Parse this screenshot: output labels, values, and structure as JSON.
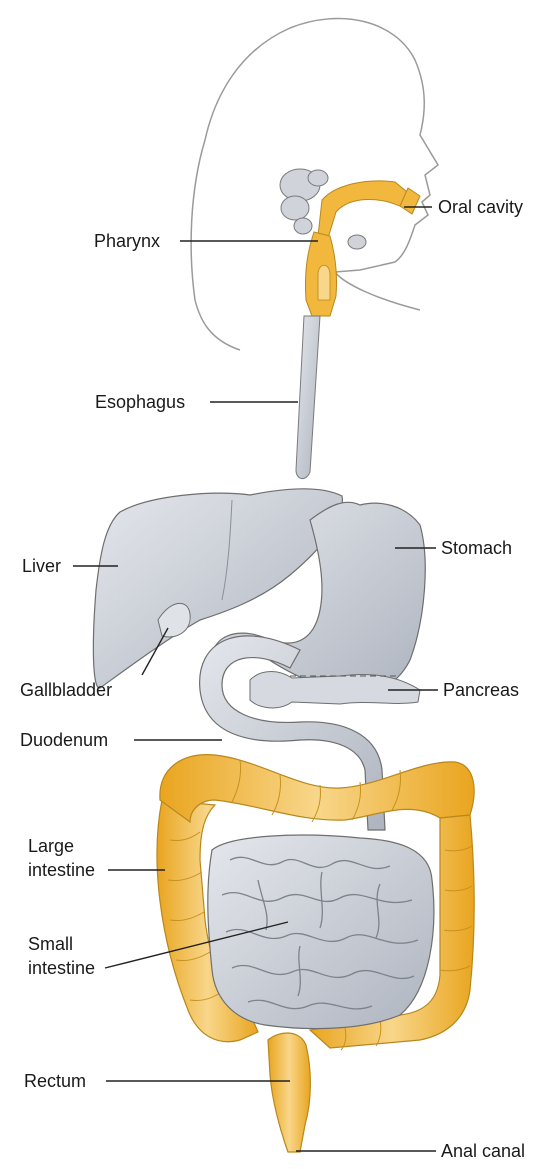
{
  "labels": {
    "oral_cavity": "Oral cavity",
    "pharynx": "Pharynx",
    "esophagus": "Esophagus",
    "liver": "Liver",
    "stomach": "Stomach",
    "gallbladder": "Gallbladder",
    "pancreas": "Pancreas",
    "duodenum": "Duodenum",
    "large_intestine": [
      "Large",
      "intestine"
    ],
    "small_intestine": [
      "Small",
      "intestine"
    ],
    "rectum": "Rectum",
    "anal_canal": "Anal canal"
  },
  "colors": {
    "outline": "#7a7a7a",
    "organ_fill": "#cfd4dc",
    "organ_shade": "#aeb4bf",
    "tract_fill": "#f2b73d",
    "tract_light": "#f8d68a",
    "leader": "#222222"
  }
}
